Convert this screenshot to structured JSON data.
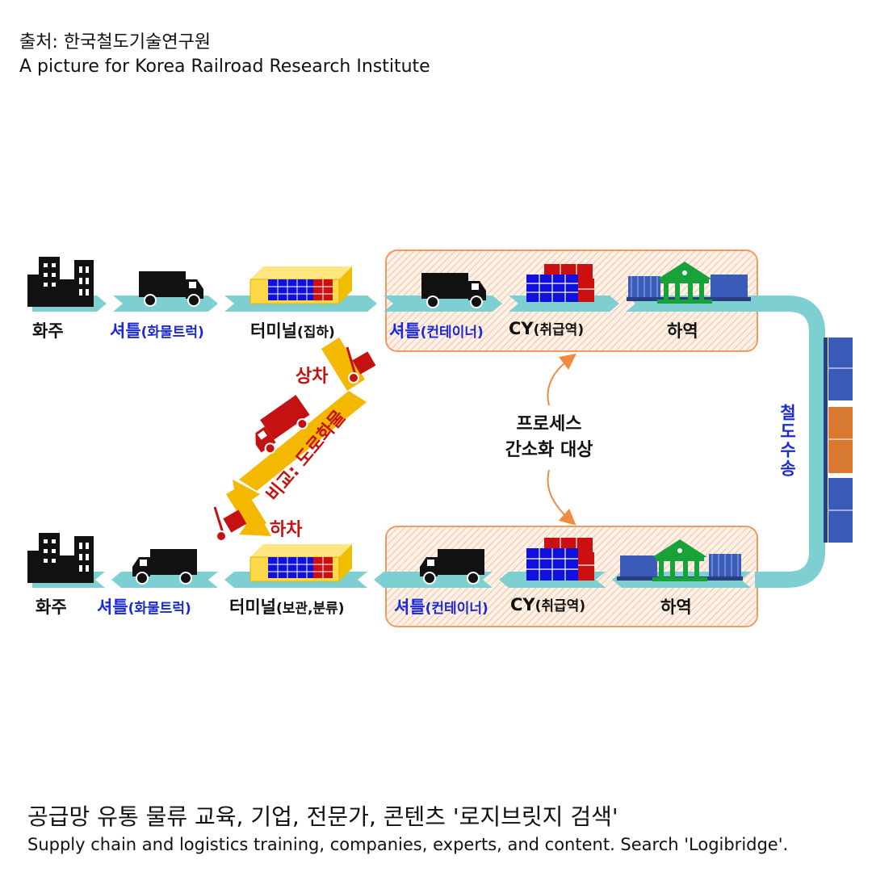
{
  "header": {
    "source_ko": "출처: 한국철도기술연구원",
    "source_en": "A picture for Korea Railroad Research Institute"
  },
  "top_row": {
    "shipper": "화주",
    "shuttle_truck_main": "셔틀",
    "shuttle_truck_sub": "(화물트럭)",
    "terminal_main": "터미널",
    "terminal_sub": "(집하)",
    "shuttle_container_main": "셔틀",
    "shuttle_container_sub": "(컨테이너)",
    "cy_main": "CY",
    "cy_sub": "(취급역)",
    "station": "하역"
  },
  "bottom_row": {
    "shipper": "화주",
    "shuttle_truck_main": "셔틀",
    "shuttle_truck_sub": "(화물트럭)",
    "terminal_main": "터미널",
    "terminal_sub": "(보관,분류)",
    "shuttle_container_main": "셔틀",
    "shuttle_container_sub": "(컨테이너)",
    "cy_main": "CY",
    "cy_sub": "(취급역)",
    "station": "하역"
  },
  "road_comparison": {
    "loading": "상차",
    "unloading": "하차",
    "label": "비교: 도로화물"
  },
  "process_note": {
    "line1": "프로세스",
    "line2": "간소화 대상"
  },
  "rail_label": "철도수송",
  "footer": {
    "line_ko": "공급망 유통 물류 교육, 기업, 전문가, 콘텐츠 '로지브릿지 검색'",
    "line_en": "Supply chain and logistics training, companies, experts, and content. Search 'Logibridge'."
  },
  "colors": {
    "flow_teal": "#7ecfd1",
    "road_yellow": "#f5b800",
    "highlight_orange": "#f29a63",
    "label_blue": "#1a2ad6",
    "label_red": "#c41212",
    "container_blue": "#1010e0",
    "container_red": "#cc1010",
    "station_green": "#18a23a"
  }
}
